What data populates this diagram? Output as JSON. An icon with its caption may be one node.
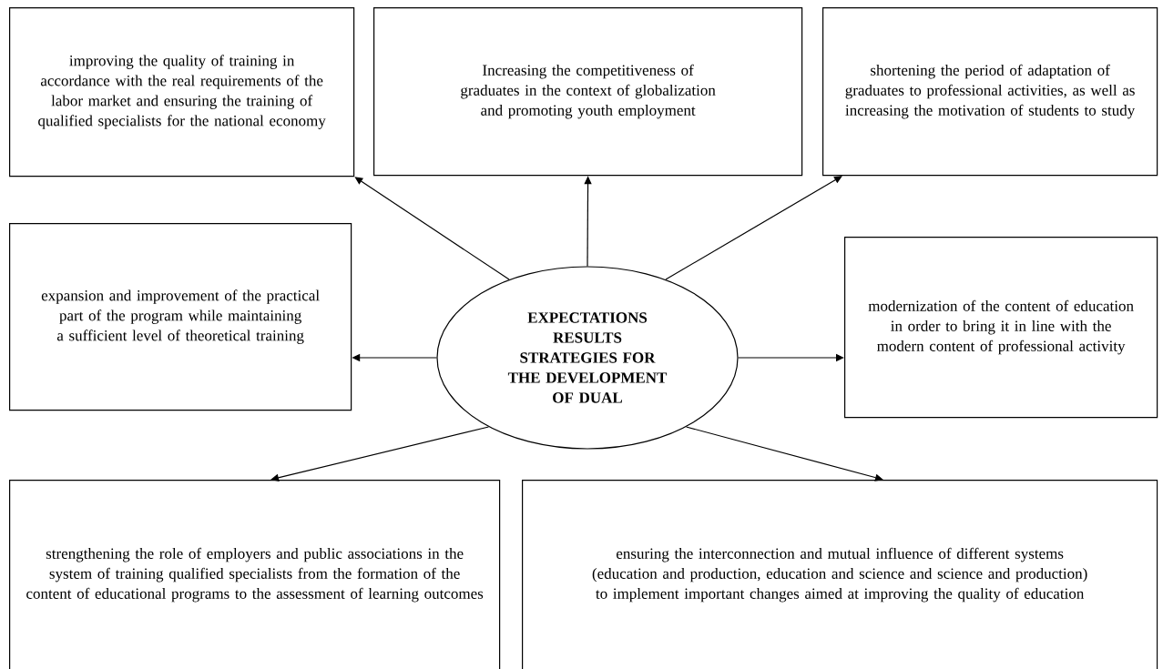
{
  "diagram": {
    "nodes": [
      {
        "text": [
          "improving the quality of training in accordance with the real requirements of the labor market and ensuring the training of qualified specialists for the national economy"
        ]
      },
      {
        "text": [
          "Increasing the competitiveness of graduates in the context of globalization and promoting youth employment"
        ]
      },
      {
        "text": [
          "shortening the period of adaptation of graduates to professional activities, as well as increasing the motivation of students to study"
        ]
      },
      {
        "text": [
          "expansion and improvement of the practical part of the program while maintaining a sufficient level of theoretical training"
        ]
      },
      {
        "text": [
          "EXPECTATIONS RESULTS STRATEGIES FOR THE DEVELOPMENT OF DUAL"
        ]
      },
      {
        "text": [
          "modernization of the content of education in order to bring it in line with the modern content of professional activity"
        ]
      },
      {
        "text": [
          "strengthening the role of employers and public associations in the system of training qualified specialists from the formation of the content of educational programs to the assessment of learning outcomes"
        ]
      },
      {
        "text": [
          "ensuring the interconnection and mutual influence of different systems (education and production, education and science and science and production) to implement important changes aimed at improving the quality of education"
        ]
      }
    ],
    "edges": [
      {
        "from": 4,
        "to": 0,
        "arrow": "to"
      },
      {
        "from": 4,
        "to": 1,
        "arrow": "to"
      },
      {
        "from": 4,
        "to": 2,
        "arrow": "to"
      },
      {
        "from": 4,
        "to": 3,
        "arrow": "to"
      },
      {
        "from": 4,
        "to": 5,
        "arrow": "to"
      },
      {
        "from": 4,
        "to": 6,
        "arrow": "to"
      },
      {
        "from": 4,
        "to": 7,
        "arrow": "to"
      }
    ]
  }
}
